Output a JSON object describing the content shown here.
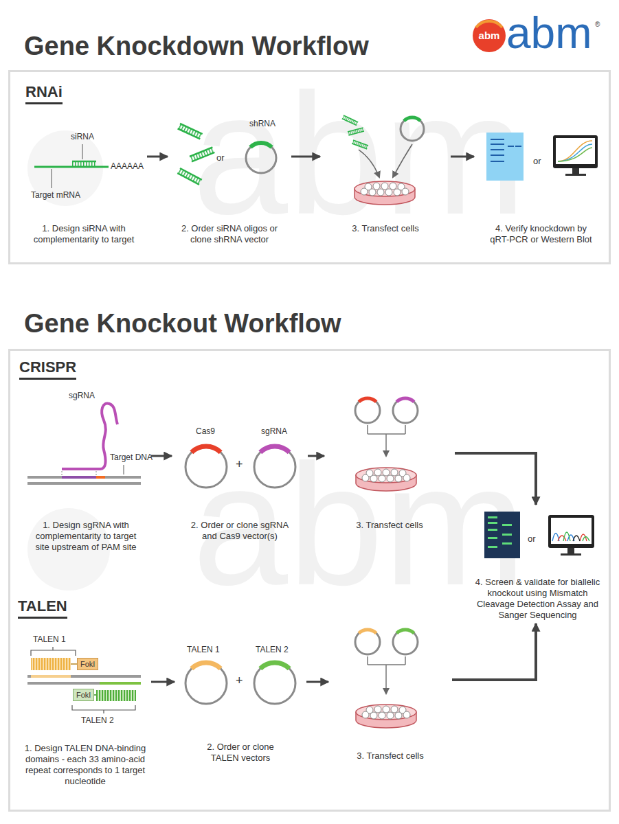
{
  "diagram": {
    "nodes": [
      {
        "text": [
          "Gene Knockdown Workflow",
          "RNAi"
        ]
      },
      {
        "text": [
          "1. Design siRNA with complementarity to target"
        ],
        "in": 0
      },
      {
        "text": [
          "2. Order siRNA oligos or clone shRNA vector"
        ],
        "in": 0
      },
      {
        "text": [
          "3. Transfect cells"
        ],
        "in": 0
      },
      {
        "text": [
          "4. Verify knockdown by qRT-PCR or Western Blot"
        ],
        "in": 0
      },
      {
        "text": [
          "Gene Knockout Workflow",
          "CRISPR",
          "TALEN"
        ]
      },
      {
        "text": [
          "1. Design sgRNA with complementarity to target site upstream of PAM site"
        ],
        "in": 5
      },
      {
        "text": [
          "2. Order or clone sgRNA and Cas9 vector(s)"
        ],
        "in": 5
      },
      {
        "text": [
          "3. Transfect cells"
        ],
        "in": 5
      },
      {
        "text": [
          "4. Screen & validate for biallelic knockout using Mismatch Cleavage Detection Assay and Sanger Sequencing"
        ],
        "in": 5
      },
      {
        "text": [
          "1. Design TALEN DNA-binding domains - each 33 amino-acid repeat corresponds to 1 target nucleotide"
        ],
        "in": 5
      },
      {
        "text": [
          "FokI"
        ],
        "in": 10
      },
      {
        "text": [
          "FokI"
        ],
        "in": 10
      },
      {
        "text": [
          "2. Order or clone TALEN vectors"
        ],
        "in": 5
      },
      {
        "text": [
          "3. Transfect cells"
        ],
        "in": 5
      }
    ],
    "edges": [
      {
        "from": 1,
        "to": 2,
        "arrow": "to"
      },
      {
        "from": 2,
        "to": 3,
        "arrow": "to"
      },
      {
        "from": 3,
        "to": 4,
        "arrow": "to"
      },
      {
        "from": 6,
        "to": 7,
        "arrow": "to"
      },
      {
        "from": 7,
        "to": 8,
        "arrow": "to"
      },
      {
        "from": 8,
        "to": 9,
        "arrow": "to"
      },
      {
        "from": 10,
        "to": 13,
        "arrow": "to"
      },
      {
        "from": 13,
        "to": 14,
        "arrow": "to"
      },
      {
        "from": 14,
        "to": 9,
        "arrow": "to"
      }
    ],
    "labels": [
      "abm",
      "abm",
      "®",
      "abm",
      "siRNA",
      "AAAAAA",
      "Target mRNA",
      "shRNA",
      "or",
      "or",
      "abm",
      "sgRNA",
      "Target DNA",
      "Cas9",
      "+",
      "sgRNA",
      "or",
      "TALEN 1",
      "TALEN 2",
      "TALEN 1",
      "+",
      "TALEN 2"
    ]
  }
}
